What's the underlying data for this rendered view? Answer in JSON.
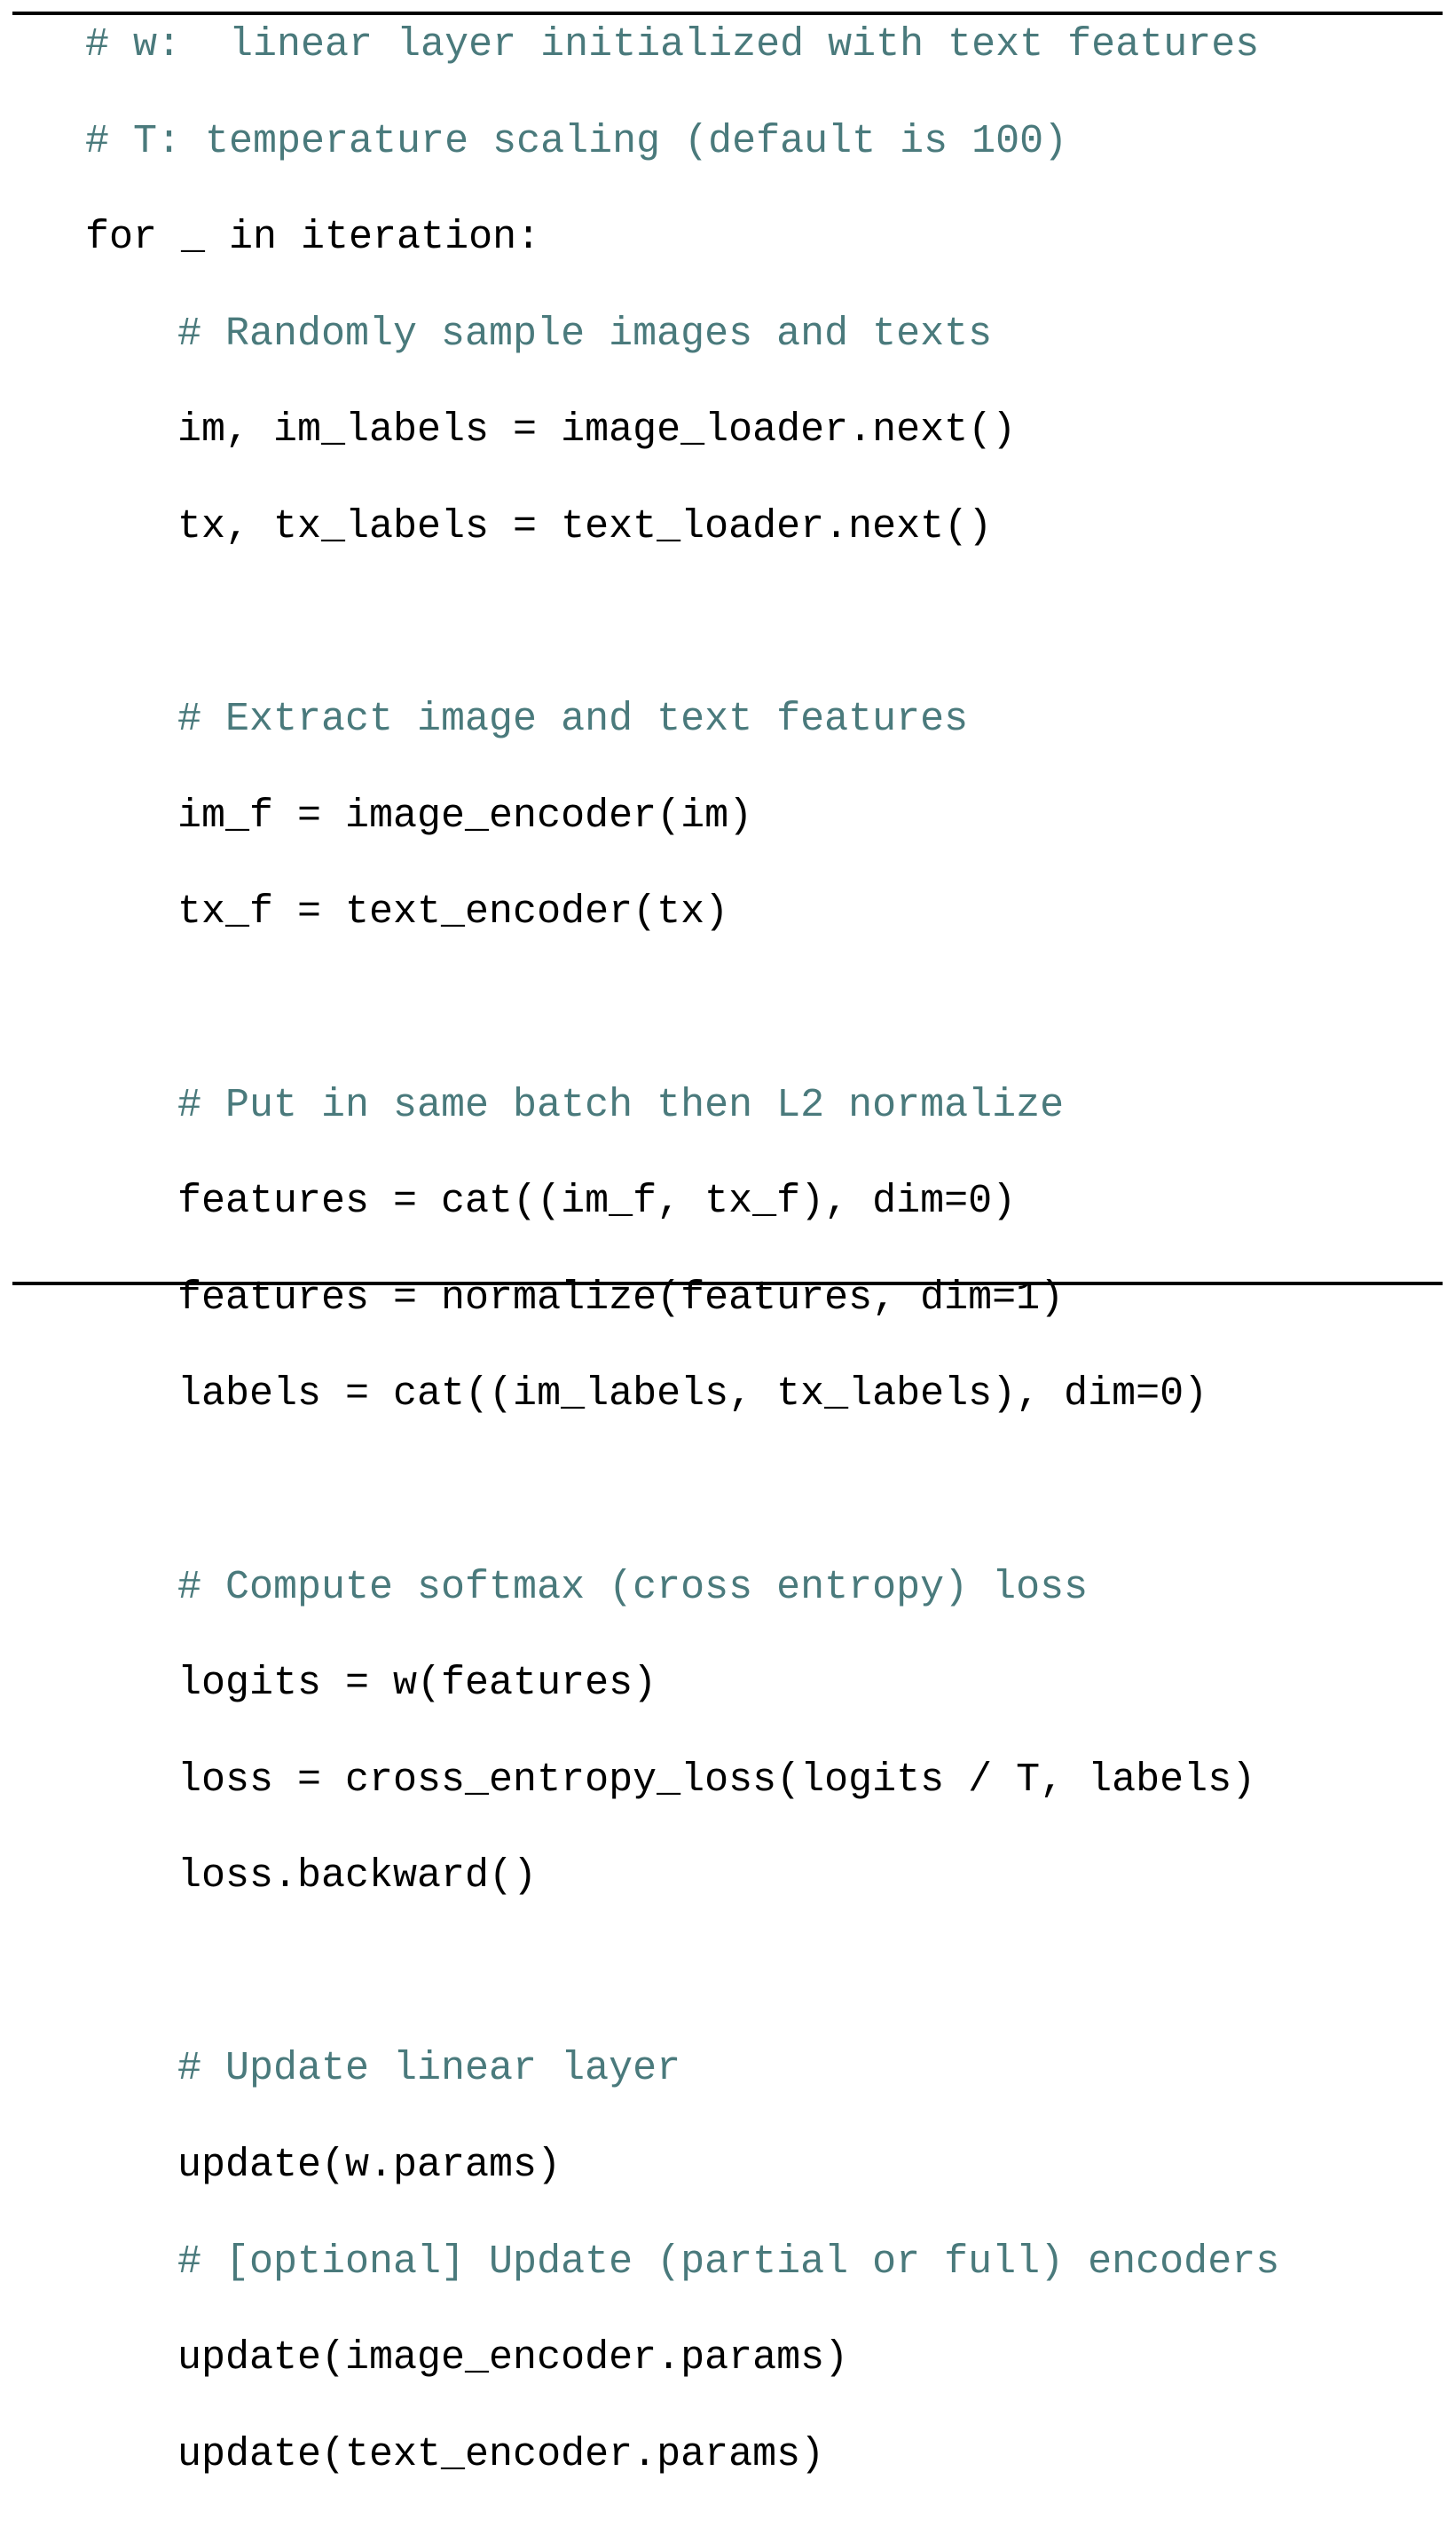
{
  "listing": {
    "lines": [
      {
        "text": "# w:  linear layer initialized with text features",
        "kind": "comment",
        "indent": 0
      },
      {
        "text": "# T: temperature scaling (default is 100)",
        "kind": "comment",
        "indent": 0
      },
      {
        "text": "for _ in iteration:",
        "kind": "stmt",
        "indent": 0
      },
      {
        "text": "# Randomly sample images and texts",
        "kind": "comment",
        "indent": 1
      },
      {
        "text": "im, im_labels = image_loader.next()",
        "kind": "stmt",
        "indent": 1
      },
      {
        "text": "tx, tx_labels = text_loader.next()",
        "kind": "stmt",
        "indent": 1
      },
      {
        "text": "",
        "kind": "blank",
        "indent": 1
      },
      {
        "text": "# Extract image and text features",
        "kind": "comment",
        "indent": 1
      },
      {
        "text": "im_f = image_encoder(im)",
        "kind": "stmt",
        "indent": 1
      },
      {
        "text": "tx_f = text_encoder(tx)",
        "kind": "stmt",
        "indent": 1
      },
      {
        "text": "",
        "kind": "blank",
        "indent": 1
      },
      {
        "text": "# Put in same batch then L2 normalize",
        "kind": "comment",
        "indent": 1
      },
      {
        "text": "features = cat((im_f, tx_f), dim=0)",
        "kind": "stmt",
        "indent": 1
      },
      {
        "text": "features = normalize(features, dim=1)",
        "kind": "stmt",
        "indent": 1
      },
      {
        "text": "labels = cat((im_labels, tx_labels), dim=0)",
        "kind": "stmt",
        "indent": 1
      },
      {
        "text": "",
        "kind": "blank",
        "indent": 1
      },
      {
        "text": "# Compute softmax (cross entropy) loss",
        "kind": "comment",
        "indent": 1
      },
      {
        "text": "logits = w(features)",
        "kind": "stmt",
        "indent": 1
      },
      {
        "text": "loss = cross_entropy_loss(logits / T, labels)",
        "kind": "stmt",
        "indent": 1
      },
      {
        "text": "loss.backward()",
        "kind": "stmt",
        "indent": 1
      },
      {
        "text": "",
        "kind": "blank",
        "indent": 1
      },
      {
        "text": "# Update linear layer",
        "kind": "comment",
        "indent": 1
      },
      {
        "text": "update(w.params)",
        "kind": "stmt",
        "indent": 1
      },
      {
        "text": "# [optional] Update (partial or full) encoders",
        "kind": "comment",
        "indent": 1
      },
      {
        "text": "update(image_encoder.params)",
        "kind": "stmt",
        "indent": 1
      },
      {
        "text": "update(text_encoder.params)",
        "kind": "stmt",
        "indent": 1
      }
    ]
  },
  "colors": {
    "comment": "#4a7a7c",
    "code": "#000000",
    "rule": "#000000"
  }
}
